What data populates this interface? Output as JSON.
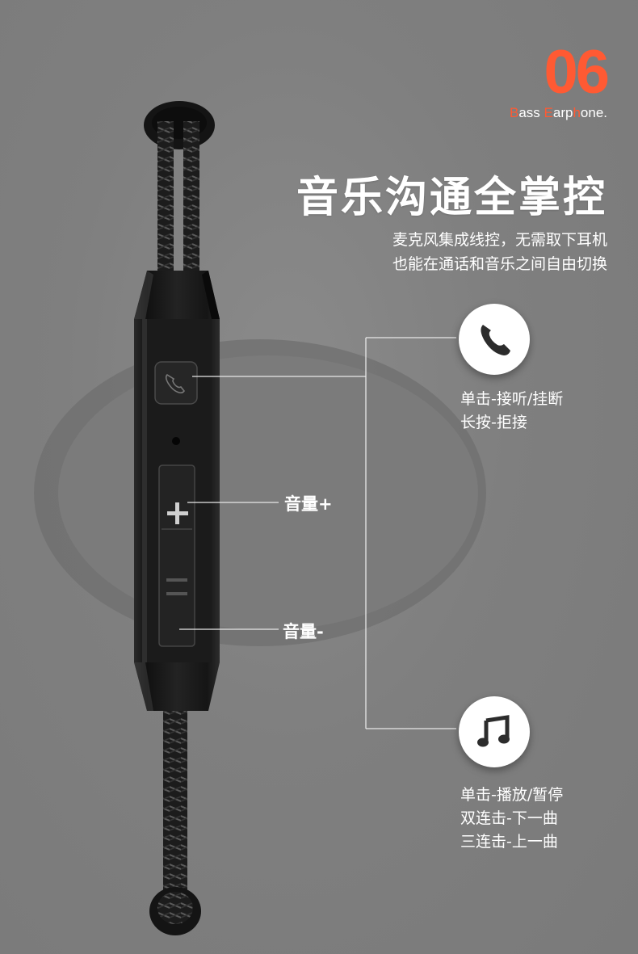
{
  "badge": {
    "number": "06",
    "subtitle_parts": [
      "B",
      "ass ",
      "E",
      "arp",
      "h",
      "one."
    ]
  },
  "headline": "音乐沟通全掌控",
  "description": [
    "麦克风集成线控，无需取下耳机",
    "也能在通话和音乐之间自由切换"
  ],
  "call_function": {
    "icon": "phone-icon",
    "lines": [
      "单击-接听/挂断",
      "长按-拒接"
    ]
  },
  "music_function": {
    "icon": "music-note-icon",
    "lines": [
      "单击-播放/暂停",
      "双连击-下一曲",
      "三连击-上一曲"
    ]
  },
  "volume": {
    "up_label": "音量+",
    "down_label": "音量-"
  },
  "colors": {
    "accent": "#ff5a33",
    "background": "#7f7f7f",
    "remote_body": "#1e1e1e"
  }
}
